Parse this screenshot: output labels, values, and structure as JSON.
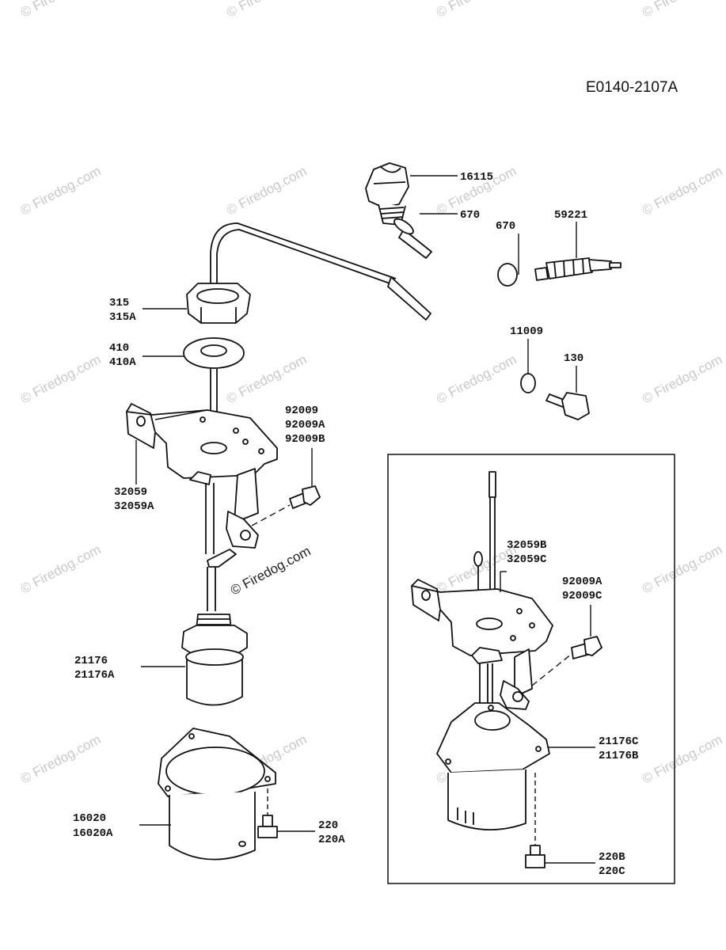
{
  "diagram_code": "E0140-2107A",
  "watermark": "© Firedog.com",
  "labels": {
    "l16115": "16115",
    "l670a": "670",
    "l670b": "670",
    "l59221": "59221",
    "l315": "315",
    "l315A": "315A",
    "l410": "410",
    "l410A": "410A",
    "l11009": "11009",
    "l130": "130",
    "l92009": "92009",
    "l92009A": "92009A",
    "l92009B": "92009B",
    "l32059": "32059",
    "l32059A": "32059A",
    "l21176": "21176",
    "l21176A": "21176A",
    "l16020": "16020",
    "l16020A": "16020A",
    "l220": "220",
    "l220A": "220A",
    "l32059B": "32059B",
    "l32059C": "32059C",
    "l92009A2": "92009A",
    "l92009C": "92009C",
    "l21176C": "21176C",
    "l21176B": "21176B",
    "l220B": "220B",
    "l220C": "220C"
  }
}
